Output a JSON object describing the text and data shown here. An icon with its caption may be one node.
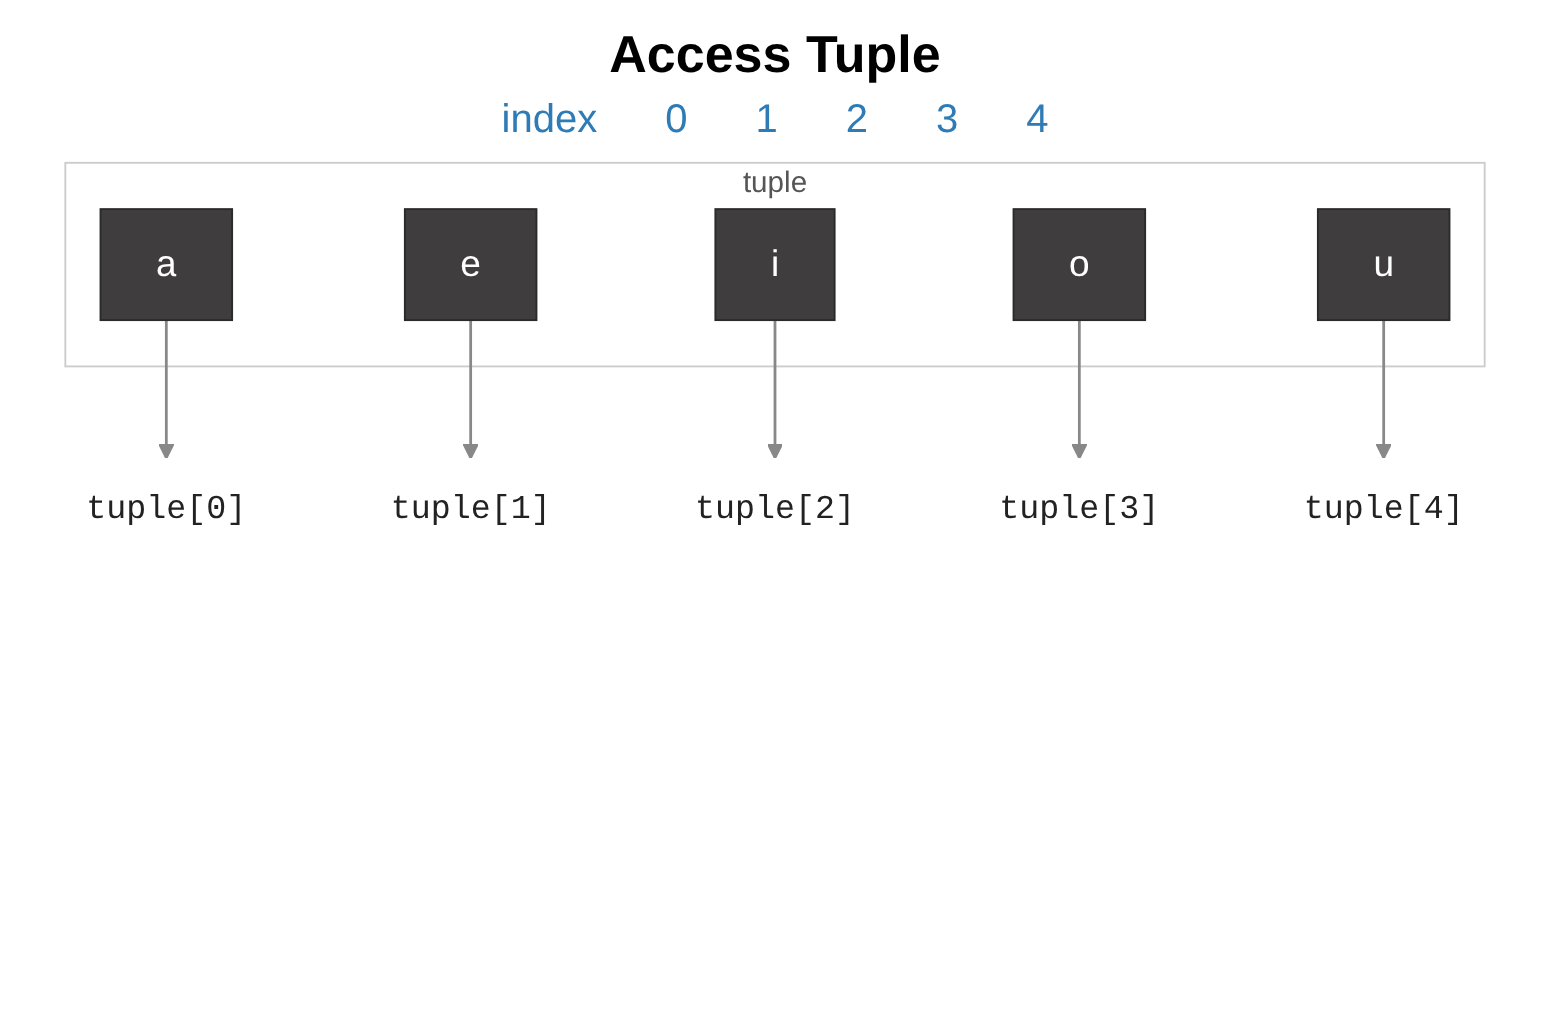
{
  "diagram": {
    "title": "Access Tuple",
    "nodes": [
      {
        "text": [
          "tuple"
        ]
      },
      {
        "text": [
          "a"
        ],
        "in": 0
      },
      {
        "text": [
          "e"
        ],
        "in": 0
      },
      {
        "text": [
          "i"
        ],
        "in": 0
      },
      {
        "text": [
          "o"
        ],
        "in": 0
      },
      {
        "text": [
          "u"
        ],
        "in": 0
      },
      {
        "text": [
          "tuple[0]"
        ]
      },
      {
        "text": [
          "tuple[1]"
        ]
      },
      {
        "text": [
          "tuple[2]"
        ]
      },
      {
        "text": [
          "tuple[3]"
        ]
      },
      {
        "text": [
          "tuple[4]"
        ]
      }
    ],
    "edges": [
      {
        "from": 1,
        "to": 6,
        "arrow": "to"
      },
      {
        "from": 2,
        "to": 7,
        "arrow": "to"
      },
      {
        "from": 3,
        "to": 8,
        "arrow": "to"
      },
      {
        "from": 4,
        "to": 9,
        "arrow": "to"
      },
      {
        "from": 5,
        "to": 10,
        "arrow": "to"
      }
    ],
    "labels": [
      "index",
      "0",
      "1",
      "2",
      "3",
      "4"
    ]
  }
}
